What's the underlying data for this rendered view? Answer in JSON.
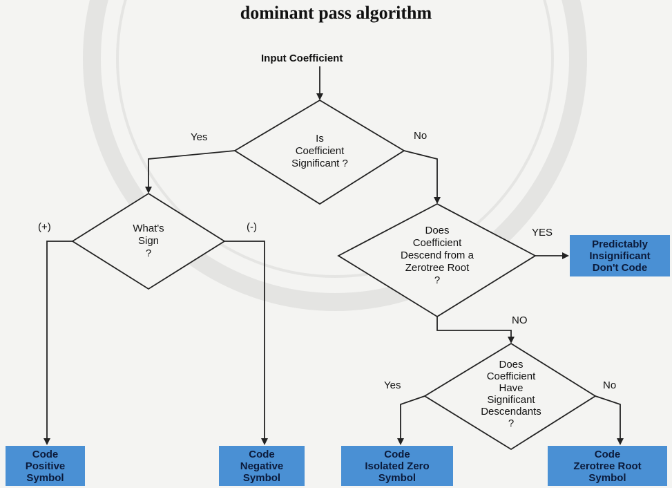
{
  "title": "dominant pass algorithm",
  "input": "Input Coefficient",
  "decision_significant": [
    "Is",
    "Coefficient",
    "Significant ?"
  ],
  "decision_sign": [
    "What's",
    "Sign",
    "?"
  ],
  "decision_zerotree": [
    "Does",
    "Coefficient",
    "Descend from a",
    "Zerotree Root",
    "?"
  ],
  "decision_descendants": [
    "Does",
    "Coefficient",
    "Have",
    "Significant",
    "Descendants",
    "?"
  ],
  "edge_labels": {
    "yes": "Yes",
    "no": "No",
    "plus": "(+)",
    "minus": "(-)",
    "zt_yes": "YES",
    "zt_no": "NO",
    "desc_yes": "Yes",
    "desc_no": "No"
  },
  "outputs": {
    "positive": [
      "Code",
      "Positive",
      "Symbol"
    ],
    "negative": [
      "Code",
      "Negative",
      "Symbol"
    ],
    "isolated_zero": [
      "Code",
      "Isolated Zero",
      "Symbol"
    ],
    "zerotree_root": [
      "Code",
      "Zerotree Root",
      "Symbol"
    ],
    "insignificant": [
      "Predictably",
      "Insignificant",
      "Don't Code"
    ]
  },
  "colors": {
    "box": "#4a90d4",
    "line": "#222222"
  }
}
